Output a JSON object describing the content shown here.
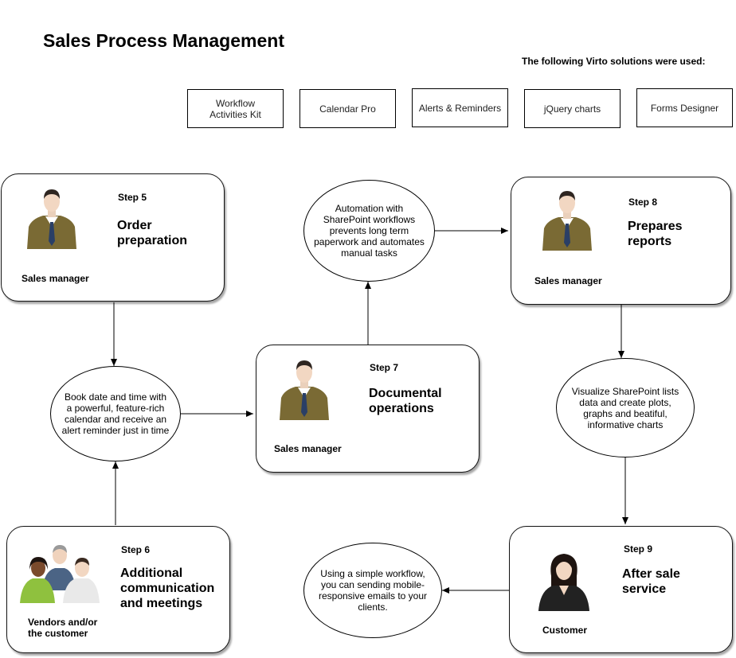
{
  "title": "Sales Process Management",
  "subtitle": "The following Virto solutions were used:",
  "solutions": [
    "Workflow\nActivities Kit",
    "Calendar Pro",
    "Alerts & Reminders",
    "jQuery charts",
    "Forms Designer"
  ],
  "steps": [
    {
      "num": "Step 5",
      "title": "Order\npreparation",
      "role": "Sales manager"
    },
    {
      "num": "Step 6",
      "title": "Additional\ncommunication\nand meetings",
      "role": "Vendors and/or\nthe  customer"
    },
    {
      "num": "Step 7",
      "title": "Documental\noperations",
      "role": "Sales manager"
    },
    {
      "num": "Step 8",
      "title": "Prepares\nreports",
      "role": "Sales manager"
    },
    {
      "num": "Step 9",
      "title": "After sale\nservice",
      "role": "Customer"
    }
  ],
  "notes": [
    "Book date and time with a powerful, feature-rich calendar and receive an alert reminder just in time",
    "Automation with SharePoint workflows prevents long term paperwork and automates manual tasks",
    "Visualize SharePoint lists data and create plots, graphs and beatiful, informative charts",
    "Using a simple workflow, you can sending mobile-responsive emails to your clients."
  ],
  "colors": {
    "suit": "#7a6a34",
    "tie": "#2a3f66",
    "skin": "#f2d7c2",
    "hair": "#2e2520"
  }
}
